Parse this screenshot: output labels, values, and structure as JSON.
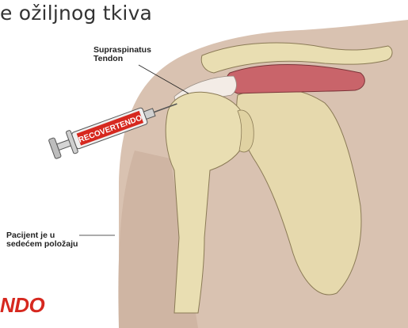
{
  "heading": "e ožiljnog tkiva",
  "labels": {
    "tendon_line1": "Supraspinatus",
    "tendon_line2": "Tendon",
    "patient_line1": "Pacijent je u",
    "patient_line2": "sedećem položaju"
  },
  "syringe_text": "RECOVERTENDO",
  "brand": "NDO",
  "colors": {
    "skin": "#d9c2b1",
    "bone": "#e9deb2",
    "muscle": "#c9646a",
    "brand_red": "#d6281f",
    "syringe": "#d6281f"
  }
}
